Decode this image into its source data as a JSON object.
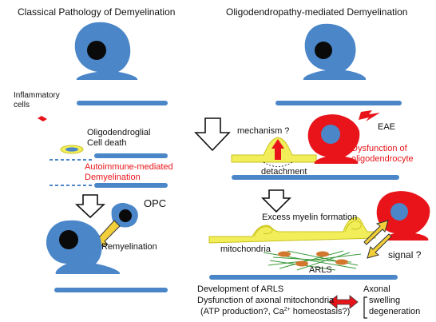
{
  "headings": {
    "left": "Classical Pathology of Demyelination",
    "right": "Oligodendropathy-mediated Demyelination"
  },
  "left_panel": {
    "inflammatory": [
      "Inflammatory",
      "cells"
    ],
    "cell_death": [
      "Oligodendroglial",
      "Cell death"
    ],
    "autoimmune": [
      "Autoimmune-mediated",
      "Demyelination"
    ],
    "opc": "OPC",
    "remyelination": "Remyelination"
  },
  "right_panel": {
    "eae": "EAE",
    "mechanism": "mechanism ?",
    "detachment": "detachment",
    "dysfunction": [
      "Dysfunction of",
      "oligodendrocyte"
    ],
    "excess": "Excess myelin formation",
    "mitochondria": "mitochondria",
    "signal": "signal ?",
    "arls": "ARLS"
  },
  "bottom": {
    "line1": "Development of ARLS",
    "line2": "Dysfunction of axonal mitochondria",
    "line3_pre": "(ATP production?, Ca",
    "line3_sup": "2+",
    "line3_post": " homeostasis?)",
    "axonal": [
      "Axonal",
      "swelling",
      "degeneration"
    ]
  },
  "colors": {
    "cell_blue": "#4a86c8",
    "nucleus": "#0a0a0a",
    "sick_red": "#e8141a",
    "myelin_yellow": "#f2ee5a",
    "myelin_edge": "#c9c21e",
    "mito_orange": "#d2782e",
    "fiber_green": "#3a9a3a",
    "arrow_yellow": "#f2cf3a"
  }
}
